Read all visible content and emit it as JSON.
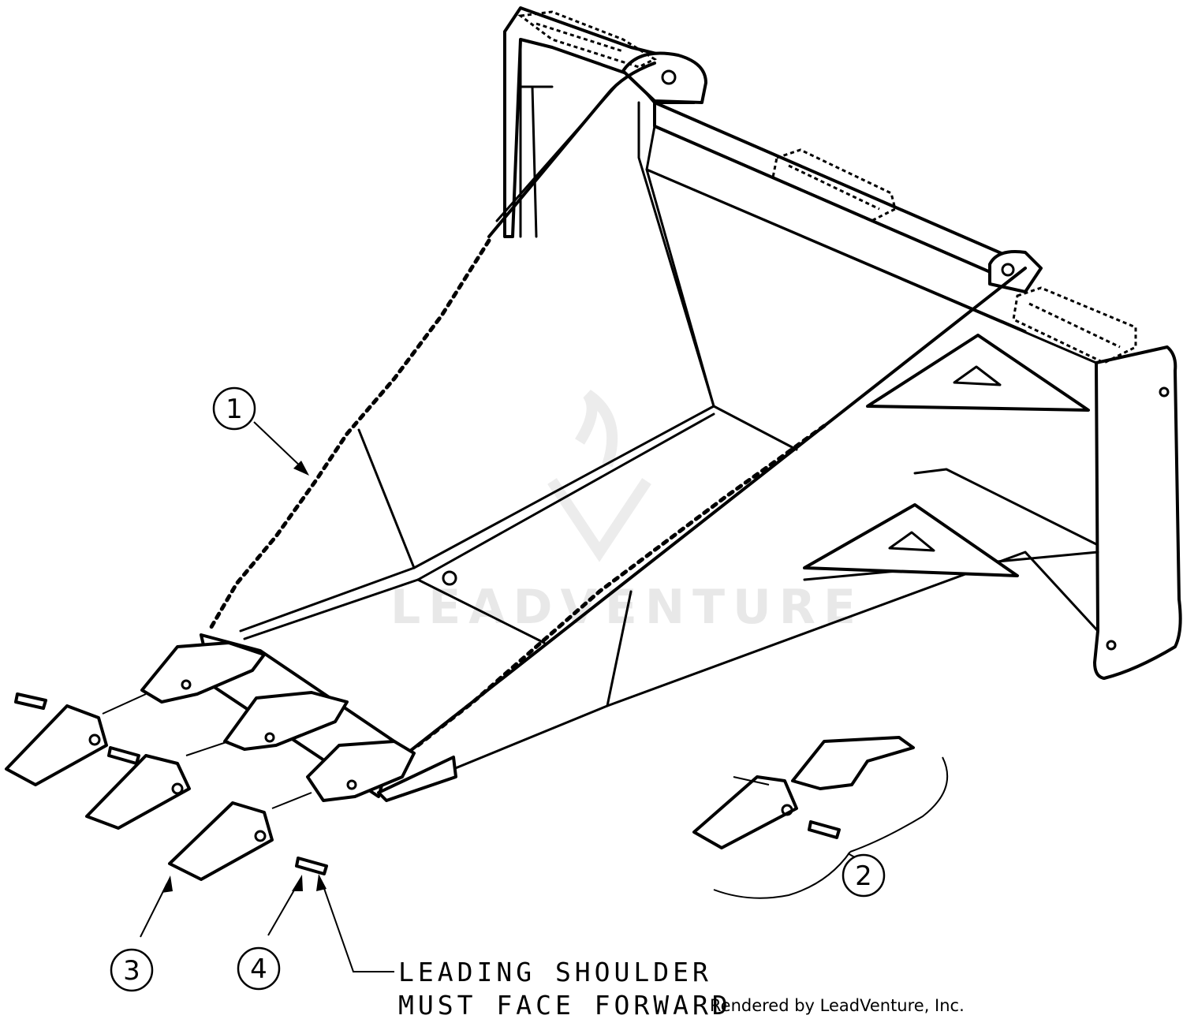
{
  "callouts": [
    {
      "id": "callout-1",
      "label": "1"
    },
    {
      "id": "callout-2",
      "label": "2"
    },
    {
      "id": "callout-3",
      "label": "3"
    },
    {
      "id": "callout-4",
      "label": "4"
    }
  ],
  "note": {
    "line1": "LEADING SHOULDER",
    "line2": "MUST FACE FORWARD"
  },
  "credit": "Rendered by LeadVenture, Inc.",
  "watermark": {
    "text": "LEADVENTURE",
    "color": "#e8e8e8"
  },
  "line_color": "#000000",
  "background": "#ffffff"
}
